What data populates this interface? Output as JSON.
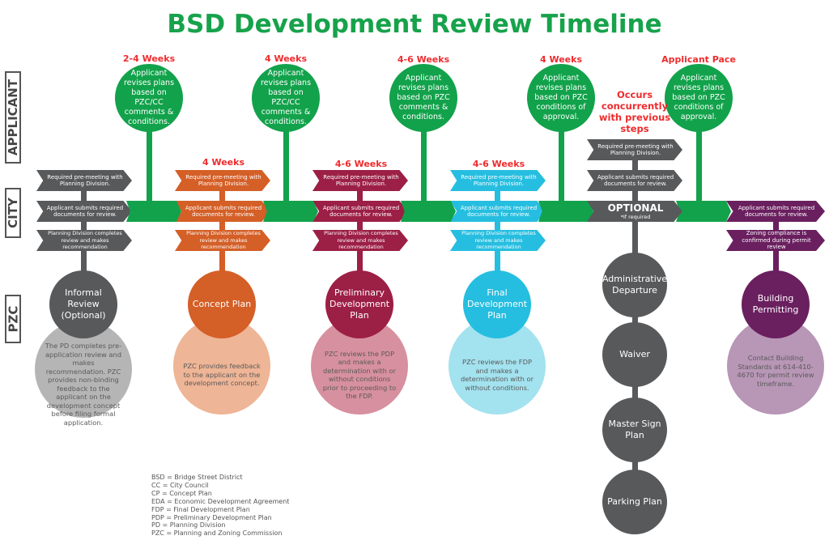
{
  "title": "BSD Development Review Timeline",
  "lanes": [
    "APPLICANT",
    "CITY",
    "PZC"
  ],
  "colors": {
    "green": "#12a24b",
    "grey": "#58595b",
    "grey_light": "#b5b5b5",
    "orange": "#d45f27",
    "orange_light": "#eeb596",
    "crimson": "#9c1f45",
    "crimson_light": "#d7909f",
    "cyan": "#26bee0",
    "cyan_light": "#a3e2ef",
    "purple": "#6a1f5f",
    "purple_light": "#b896b6",
    "red_text": "#ef2b2d"
  },
  "applicant_steps": [
    {
      "duration": "2-4 Weeks",
      "text": "Applicant revises plans based on PZC/CC comments & conditions."
    },
    {
      "duration": "4 Weeks",
      "text": "Applicant revises plans based on PZC/CC comments & conditions."
    },
    {
      "duration": "4-6 Weeks",
      "text": "Applicant revises plans based on PZC comments & conditions."
    },
    {
      "duration": "4 Weeks",
      "text": "Applicant revises plans based on PZC conditions of approval."
    },
    {
      "duration": "Applicant Pace",
      "text": "Applicant revises plans based on PZC conditions of approval."
    }
  ],
  "stages": [
    {
      "id": "informal-review",
      "color": "grey",
      "duration": "",
      "steps": [
        "Required pre-meeting with Planning Division.",
        "Applicant submits required documents for review.",
        "Planning Division completes review and makes recommendation"
      ],
      "title": "Informal Review (Optional)",
      "description": "The PD completes pre-application review and makes recommendation. PZC provides non-binding feedback to the applicant on the development concept before filing formal application."
    },
    {
      "id": "concept-plan",
      "color": "orange",
      "duration": "4 Weeks",
      "steps": [
        "Required pre-meeting with Planning Division.",
        "Applicant submits required documents for review.",
        "Planning Division completes review and makes recommendation"
      ],
      "title": "Concept Plan",
      "description": "PZC provides feedback to the applicant on the development concept."
    },
    {
      "id": "preliminary-development-plan",
      "color": "crimson",
      "duration": "4-6 Weeks",
      "steps": [
        "Required pre-meeting with Planning Division.",
        "Applicant submits required documents for review.",
        "Planning Division completes review and makes recommendation"
      ],
      "title": "Preliminary Development Plan",
      "description": "PZC reviews the PDP and makes a determination with or without conditions prior to proceeding to the FDP."
    },
    {
      "id": "final-development-plan",
      "color": "cyan",
      "duration": "4-6 Weeks",
      "steps": [
        "Required pre-meeting with Planning Division.",
        "Applicant submits required documents for review.",
        "Planning Division completes review and makes recommendation"
      ],
      "title": "Final Development Plan",
      "description": "PZC reviews the FDP and makes a determination with or without conditions."
    }
  ],
  "optional": {
    "note": "Occurs concurrently with previous steps",
    "steps": [
      "Required pre-meeting with Planning Division.",
      "Applicant submits required documents for review."
    ],
    "label": "OPTIONAL",
    "sublabel": "*If required",
    "items": [
      "Administrative Departure",
      "Waiver",
      "Master Sign Plan",
      "Parking Plan"
    ]
  },
  "permitting": {
    "steps": [
      "Applicant submits required documents for review.",
      "Zoning compliance is confirmed during permit review"
    ],
    "title": "Building Permitting",
    "description": "Contact Building Standards at 614-410-4670 for permit review timeframe."
  },
  "legend": [
    "BSD = Bridge Street District",
    "CC = City Council",
    "CP = Concept Plan",
    "EDA = Economic Development Agreement",
    "FDP = Final Development Plan",
    "PDP = Preliminary Development Plan",
    "PD = Planning Division",
    "PZC = Planning and Zoning Commission"
  ]
}
